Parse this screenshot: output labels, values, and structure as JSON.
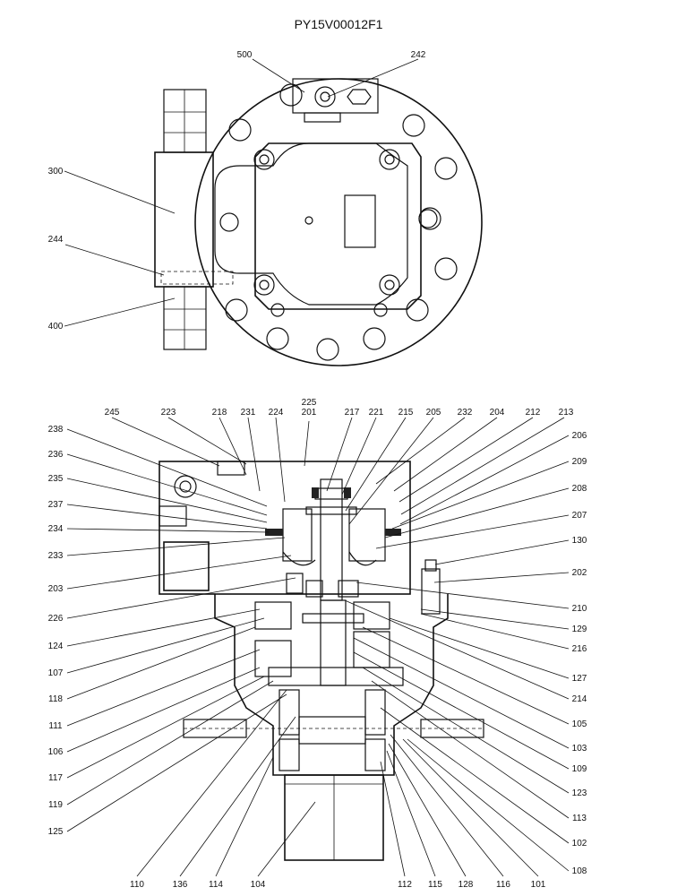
{
  "title": "PY15V00012F1",
  "top_view_labels": [
    "500",
    "242",
    "300",
    "244",
    "400"
  ],
  "section_labels": {
    "top": [
      "245",
      "223",
      "218",
      "231",
      "224",
      "225",
      "201",
      "217",
      "221",
      "215",
      "205",
      "232",
      "204",
      "212",
      "213"
    ],
    "left": [
      "238",
      "236",
      "235",
      "237",
      "234",
      "233",
      "203",
      "226",
      "124",
      "107",
      "118",
      "111",
      "106",
      "117",
      "119",
      "125"
    ],
    "right": [
      "206",
      "209",
      "208",
      "207",
      "130",
      "202",
      "210",
      "129",
      "216",
      "127",
      "214",
      "105",
      "103",
      "109",
      "123",
      "113",
      "102",
      "108"
    ],
    "bottom": [
      "110",
      "136",
      "114",
      "104",
      "112",
      "115",
      "128",
      "116",
      "101"
    ]
  }
}
